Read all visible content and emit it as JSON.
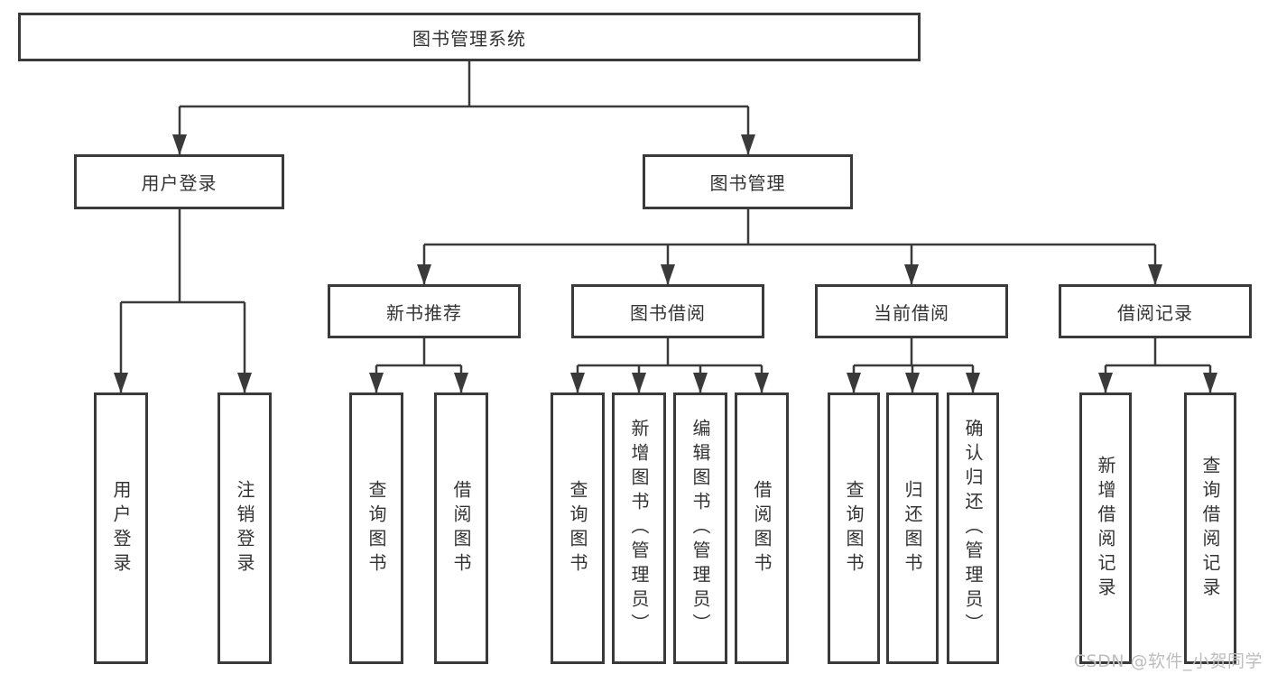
{
  "diagram": {
    "title_node": {
      "label": "图书管理系统"
    },
    "level2": [
      {
        "label": "用户登录"
      },
      {
        "label": "图书管理"
      }
    ],
    "level3": [
      {
        "label": "新书推荐"
      },
      {
        "label": "图书借阅"
      },
      {
        "label": "当前借阅"
      },
      {
        "label": "借阅记录"
      }
    ],
    "leaves": [
      {
        "label": "用户登录",
        "parent": "用户登录"
      },
      {
        "label": "注销登录",
        "parent": "用户登录"
      },
      {
        "label": "查询图书",
        "parent": "新书推荐"
      },
      {
        "label": "借阅图书",
        "parent": "新书推荐"
      },
      {
        "label": "查询图书",
        "parent": "图书借阅"
      },
      {
        "label": "新增图书（管理员）",
        "parent": "图书借阅"
      },
      {
        "label": "编辑图书（管理员）",
        "parent": "图书借阅"
      },
      {
        "label": "借阅图书",
        "parent": "图书借阅"
      },
      {
        "label": "查询图书",
        "parent": "当前借阅"
      },
      {
        "label": "归还图书",
        "parent": "当前借阅"
      },
      {
        "label": "确认归还（管理员）",
        "parent": "当前借阅"
      },
      {
        "label": "新增借阅记录",
        "parent": "借阅记录"
      },
      {
        "label": "查询借阅记录",
        "parent": "借阅记录"
      }
    ],
    "colors": {
      "line": "#3a3a3a",
      "border": "#3a3a3a",
      "text": "#333333",
      "background": "#ffffff",
      "watermark": "#bdbdbd"
    }
  },
  "watermark": {
    "text": "CSDN @软件_小贺同学"
  }
}
